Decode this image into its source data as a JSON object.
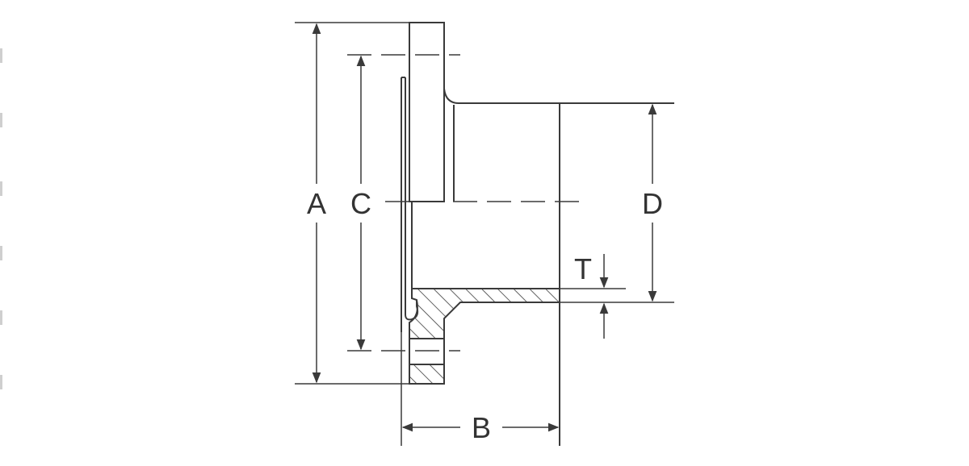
{
  "diagram": {
    "labels": {
      "A": "A",
      "B": "B",
      "C": "C",
      "D": "D",
      "T": "T"
    },
    "colors": {
      "line": "#3a3a3a",
      "text": "#333333",
      "background": "#ffffff"
    }
  }
}
